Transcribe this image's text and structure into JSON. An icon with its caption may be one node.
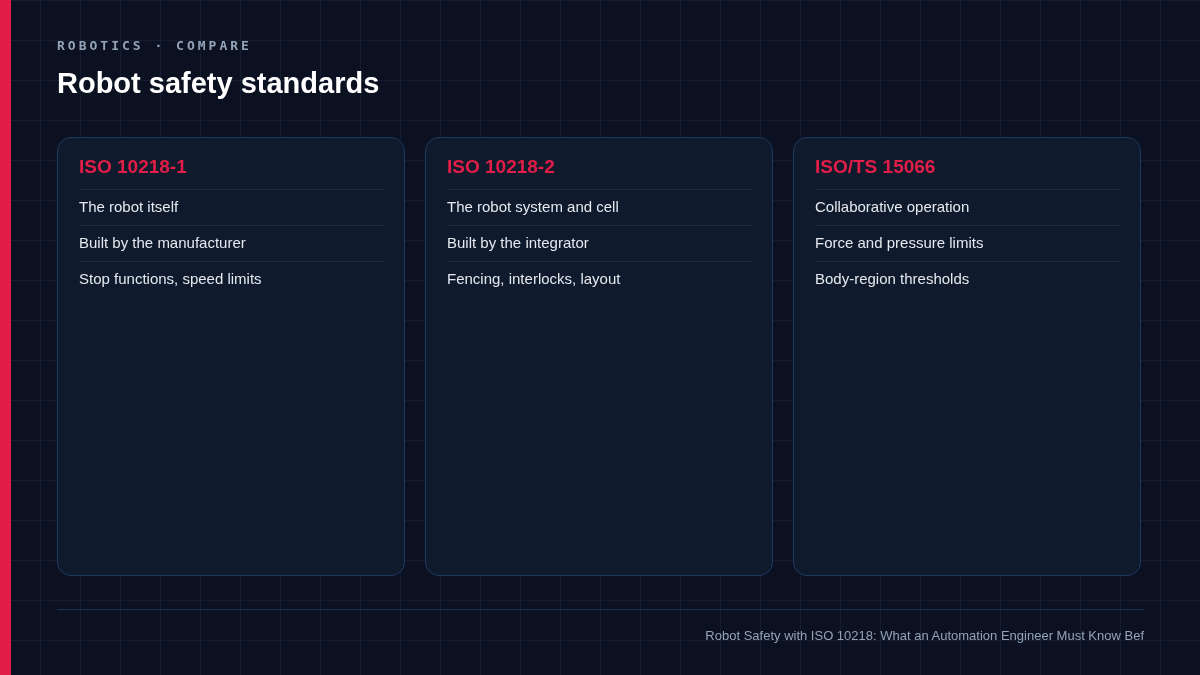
{
  "diagram": {
    "title": "Robot safety standards",
    "nodes": [
      {
        "text": [
          "ISO 10218-1",
          "The robot itself",
          "Built by the manufacturer",
          "Stop functions, speed limits"
        ]
      },
      {
        "text": [
          "ISO 10218-2",
          "The robot system and cell",
          "Built by the integrator",
          "Fencing, interlocks, layout"
        ]
      },
      {
        "text": [
          "ISO/TS 15066",
          "Collaborative operation",
          "Force and pressure limits",
          "Body-region thresholds"
        ]
      }
    ],
    "edges": [],
    "labels": [
      "ROBOTICS · COMPARE",
      "Robot Safety with ISO 10218: What an Automation Engineer Must Know Bef"
    ]
  }
}
